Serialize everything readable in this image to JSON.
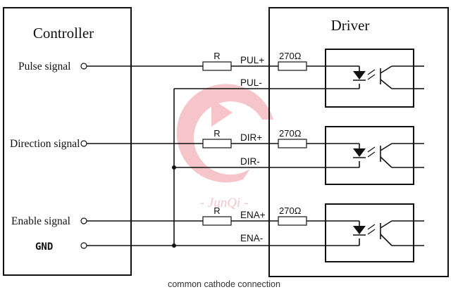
{
  "watermark": {
    "text": "- JunQi -",
    "color": "#e35b66"
  },
  "controller": {
    "title": "Controller",
    "terminals": [
      "Pulse signal",
      "Direction signal",
      "Enable signal",
      "GND"
    ]
  },
  "driver": {
    "title": "Driver",
    "terminals": [
      "PUL+",
      "PUL-",
      "DIR+",
      "DIR-",
      "ENA+",
      "ENA-"
    ],
    "internal_resistor": "270Ω"
  },
  "external_resistor": "R",
  "caption": "common cathode connection"
}
